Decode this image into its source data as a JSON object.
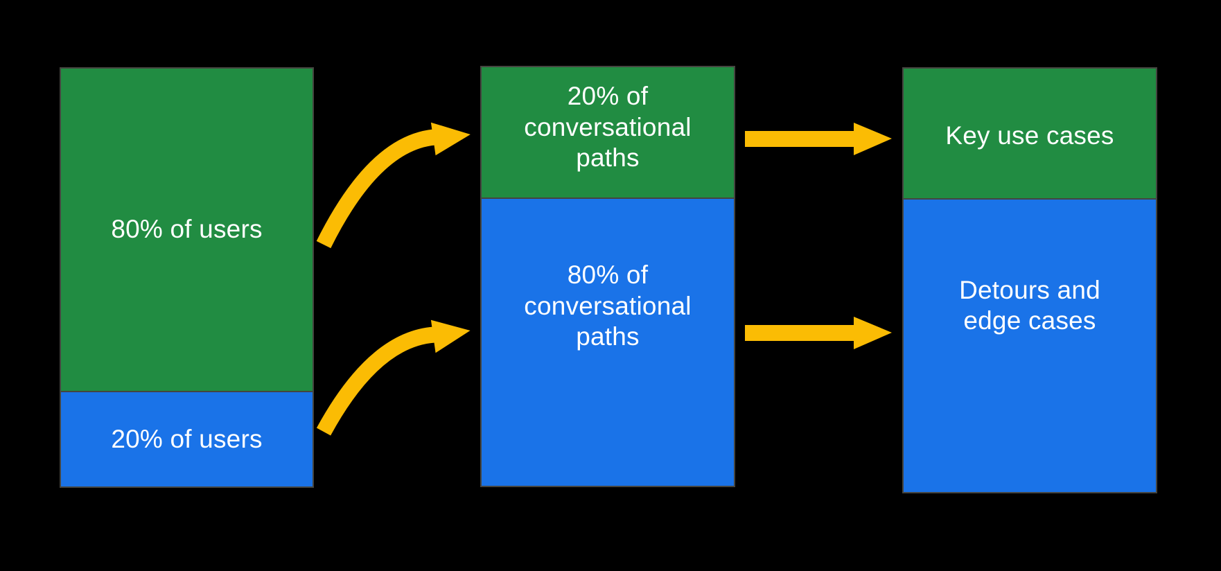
{
  "diagram_title": "",
  "chart_data": {
    "type": "bar",
    "variant": "stacked-bar-flow-diagram",
    "orientation": "vertical-stacked, three columns connected by arrows",
    "background": "#000000",
    "colors": {
      "green": "#218c42",
      "blue": "#1a73e8",
      "arrow": "#fbbc04",
      "border": "#454540",
      "text": "#ffffff"
    },
    "bars": [
      {
        "name": "users",
        "segments": [
          {
            "label": "80% of users",
            "value_pct": 80,
            "color_key": "green"
          },
          {
            "label": "20% of users",
            "value_pct": 20,
            "color_key": "blue"
          }
        ]
      },
      {
        "name": "conversational-paths",
        "segments": [
          {
            "label": "20% of\nconversational\npaths",
            "value_pct": 20,
            "color_key": "green"
          },
          {
            "label": "80% of\nconversational\npaths",
            "value_pct": 80,
            "color_key": "blue"
          }
        ]
      },
      {
        "name": "outcomes",
        "segments": [
          {
            "label": "Key use cases",
            "color_key": "green"
          },
          {
            "label": "Detours and\nedge cases",
            "color_key": "blue"
          }
        ]
      }
    ],
    "arrows": [
      {
        "name": "users-80pct-to-20pct-paths",
        "style": "curved",
        "from": "80% of users",
        "to": "20% of conversational paths"
      },
      {
        "name": "users-20pct-to-80pct-paths",
        "style": "curved",
        "from": "20% of users",
        "to": "80% of conversational paths"
      },
      {
        "name": "20pct-paths-to-key-use-cases",
        "style": "straight",
        "from": "20% of conversational paths",
        "to": "Key use cases"
      },
      {
        "name": "80pct-paths-to-detours",
        "style": "straight",
        "from": "80% of conversational paths",
        "to": "Detours and edge cases"
      }
    ]
  }
}
